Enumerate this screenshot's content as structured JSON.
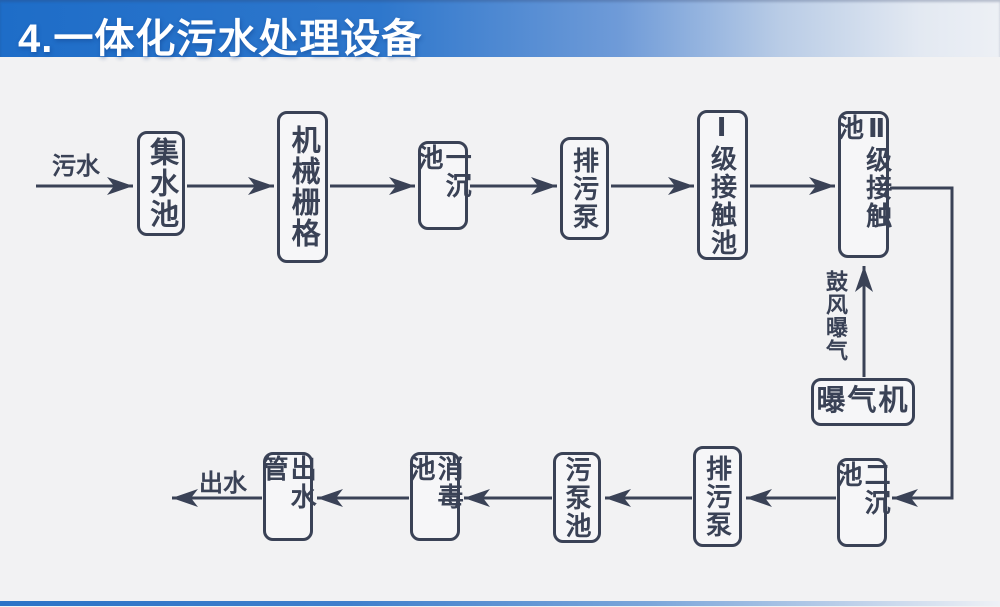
{
  "slide": {
    "title": "4.一体化污水处理设备",
    "colors": {
      "header_blue": "#1e6dc8",
      "line_dark": "#3a4256",
      "background": "#f2f2f3"
    }
  },
  "flowchart": {
    "labels": {
      "inlet": "污水",
      "outlet": "出水",
      "aeration": "鼓风曝气"
    },
    "nodes": [
      {
        "id": "collecting-tank",
        "label": "集水池"
      },
      {
        "id": "mechanical-grid",
        "label": "机械栅格"
      },
      {
        "id": "primary-sedimentation",
        "label": "一沉池"
      },
      {
        "id": "sewage-pump-top",
        "label": "排污泵"
      },
      {
        "id": "contact-tank-1",
        "label": "Ⅰ级接触池"
      },
      {
        "id": "contact-tank-2",
        "label": "Ⅱ级接触池"
      },
      {
        "id": "aerator",
        "label": "曝气机"
      },
      {
        "id": "secondary-sedimentation",
        "label": "二沉池"
      },
      {
        "id": "sewage-pump-bottom",
        "label": "排污泵"
      },
      {
        "id": "sludge-pump-tank",
        "label": "污泵池"
      },
      {
        "id": "disinfection-tank",
        "label": "消毒池"
      },
      {
        "id": "outlet-pipe",
        "label": "出水管"
      }
    ]
  }
}
